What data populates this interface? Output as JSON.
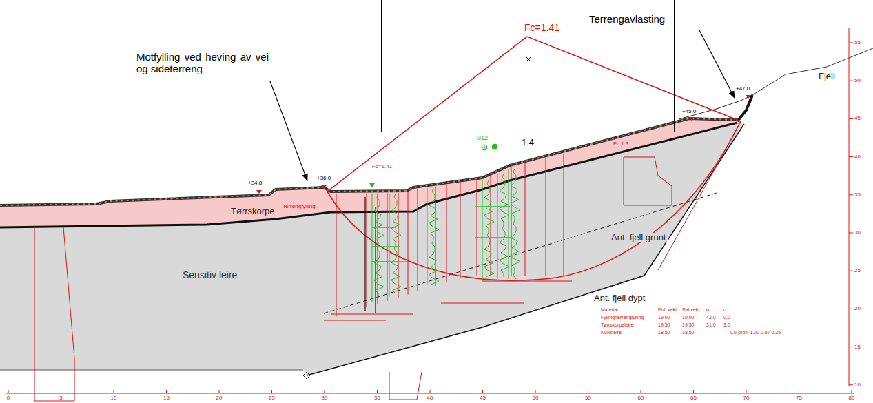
{
  "diagram": {
    "nodes": [
      {
        "text": [
          "Fc=1.41"
        ]
      }
    ],
    "labels": [
      "Motfylling ved heving av vei og sideterreng",
      "Terrengavlasting",
      "Fjell",
      "1:4",
      "Tørrskorpe",
      "Terrengfylling",
      "Sensitiv leire",
      "Ant. fjell grunt",
      "Ant. fjell dypt",
      "Fc 1.3",
      "312",
      "+34,8",
      "+36,0",
      "+45,0",
      "+47,0",
      "Fc=1.41",
      "Material",
      "Enh.vekt",
      "Sat.vekt",
      "φ",
      "c",
      "Fylling/terrengfylling",
      "19,00",
      "19,00",
      "42,0",
      "0,0",
      "Tørrskorpeleire",
      "19,50",
      "19,50",
      "31,0",
      "3,0",
      "Kvikkleire",
      "18,50",
      "18,50",
      "Cu-profil 1.00 0.67 0.35",
      "0",
      "5",
      "10",
      "15",
      "20",
      "25",
      "30",
      "35",
      "40",
      "45",
      "50",
      "55",
      "60",
      "65",
      "70",
      "75",
      "80",
      "55",
      "50",
      "45",
      "40",
      "35",
      "30",
      "25",
      "20",
      "15",
      "10"
    ]
  }
}
